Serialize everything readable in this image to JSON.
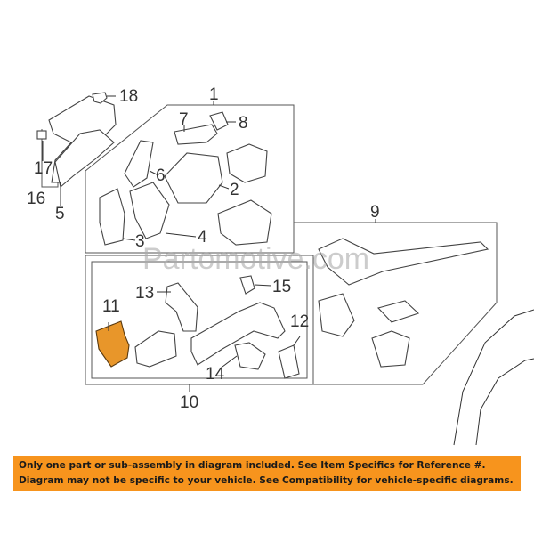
{
  "diagram": {
    "watermark": "Partomotive.com",
    "highlight_color": "#e8962a",
    "callouts": {
      "c1": "1",
      "c2": "2",
      "c3": "3",
      "c4": "4",
      "c5": "5",
      "c6": "6",
      "c7": "7",
      "c8": "8",
      "c9": "9",
      "c10": "10",
      "c11": "11",
      "c12": "12",
      "c13": "13",
      "c14": "14",
      "c15": "15",
      "c16": "16",
      "c17": "17",
      "c18": "18"
    },
    "highlighted_part": "11"
  },
  "banner": {
    "color": "#f7941d",
    "line1": "Only one part or sub-assembly in diagram included. See Item Specifics for Reference #.",
    "line2": "Diagram may not be specific to your vehicle. See Compatibility for vehicle-specific diagrams."
  }
}
